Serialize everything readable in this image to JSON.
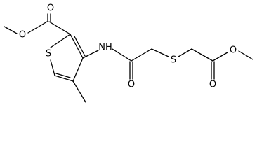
{
  "structure": {
    "atoms": [
      {
        "id": "ester1_O_methoxy",
        "label": "O"
      },
      {
        "id": "ester1_O_carbonyl",
        "label": "O"
      },
      {
        "id": "thiophene_S",
        "label": "S"
      },
      {
        "id": "amide_NH",
        "label": "NH"
      },
      {
        "id": "amide_O",
        "label": "O"
      },
      {
        "id": "thioether_S",
        "label": "S"
      },
      {
        "id": "ester2_O_methoxy",
        "label": "O"
      },
      {
        "id": "ester2_O_carbonyl",
        "label": "O"
      }
    ]
  }
}
